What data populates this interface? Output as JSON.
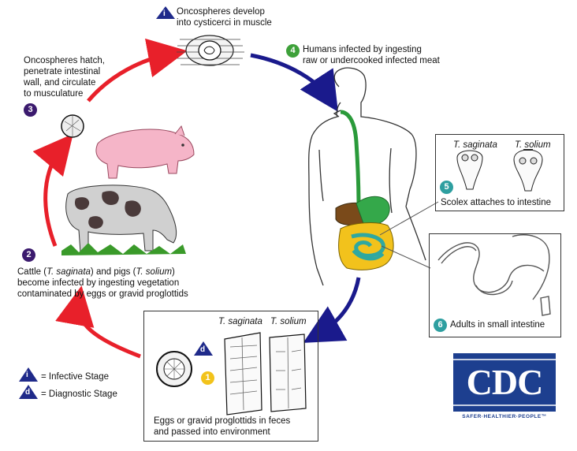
{
  "steps": {
    "infective_marker": "i",
    "oncospheres_develop": [
      "Oncospheres develop",
      "into cysticerci in muscle"
    ],
    "step4_number": "4",
    "step4_text": [
      "Humans infected by ingesting",
      "raw or undercooked infected meat"
    ],
    "step3_number": "3",
    "step3_text": [
      "Oncospheres hatch,",
      "penetrate intestinal",
      "wall, and circulate",
      "to musculature"
    ],
    "step2_number": "2",
    "step2_line1_a": "Cattle (",
    "step2_line1_b": "T. saginata",
    "step2_line1_c": ") and pigs (",
    "step2_line1_d": "T. solium",
    "step2_line1_e": ")",
    "step2_line2": "become infected by ingesting vegetation",
    "step2_line3": "contaminated by eggs or gravid proglottids",
    "step5_number": "5",
    "step5_text": "Scolex attaches to intestine",
    "step6_number": "6",
    "step6_text": "Adults in small intestine",
    "step1_number": "1",
    "diagnostic_marker": "d",
    "eggs_text": [
      "Eggs or gravid proglottids in feces",
      "and passed into environment"
    ]
  },
  "species": {
    "saginata": "T. saginata",
    "solium": "T. solium"
  },
  "legend": {
    "infective_marker": "i",
    "infective_label": "= Infective Stage",
    "diagnostic_marker": "d",
    "diagnostic_label": "= Diagnostic Stage"
  },
  "logo": {
    "name": "CDC",
    "tagline": "SAFER·HEALTHIER·PEOPLE™"
  },
  "colors": {
    "red_arrow": "#e8202a",
    "blue_arrow": "#1a1a8c",
    "purple_badge": "#3b1a6e",
    "green_badge": "#3ea13a",
    "teal_badge": "#2e9fa0",
    "yellow_badge": "#f2c31b",
    "navy_triangle": "#1f2a8a",
    "cdc_blue": "#1d3f8f"
  }
}
